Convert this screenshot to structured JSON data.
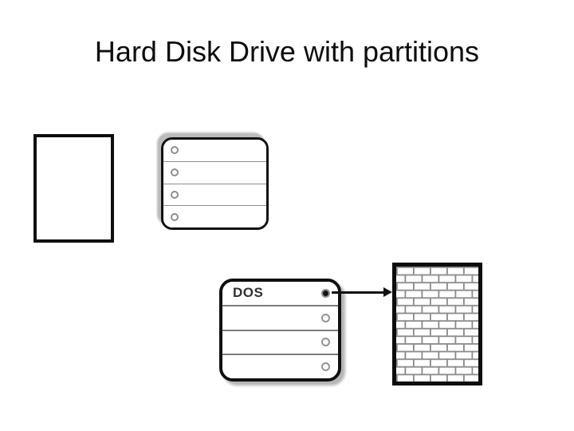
{
  "slide": {
    "title": "Hard Disk Drive with partitions"
  },
  "diagram": {
    "disk_rectangle": {
      "label": ""
    },
    "partition_table": {
      "rows": [
        {
          "label": "",
          "marker": "outline"
        },
        {
          "label": "",
          "marker": "outline"
        },
        {
          "label": "",
          "marker": "outline"
        },
        {
          "label": "",
          "marker": "outline"
        }
      ]
    },
    "dos_partition_table": {
      "rows": [
        {
          "label": "DOS",
          "marker": "filled"
        },
        {
          "label": "",
          "marker": "outline"
        },
        {
          "label": "",
          "marker": "outline"
        },
        {
          "label": "",
          "marker": "outline"
        }
      ]
    },
    "arrow": {
      "from": "dos-partition-entry",
      "to": "disk-data-region"
    },
    "data_region": {
      "pattern": "brick"
    }
  },
  "colors": {
    "background": "#ffffff",
    "ink": "#0f0f0f",
    "top_table_shadow": "#bcbcbc",
    "dos_table_shadow": "#b5b5b5",
    "mortar": "#8a8a8a",
    "circle_outline": "#8f8f8f",
    "separator": "#8f8f8f",
    "dos_text": "#303030"
  }
}
